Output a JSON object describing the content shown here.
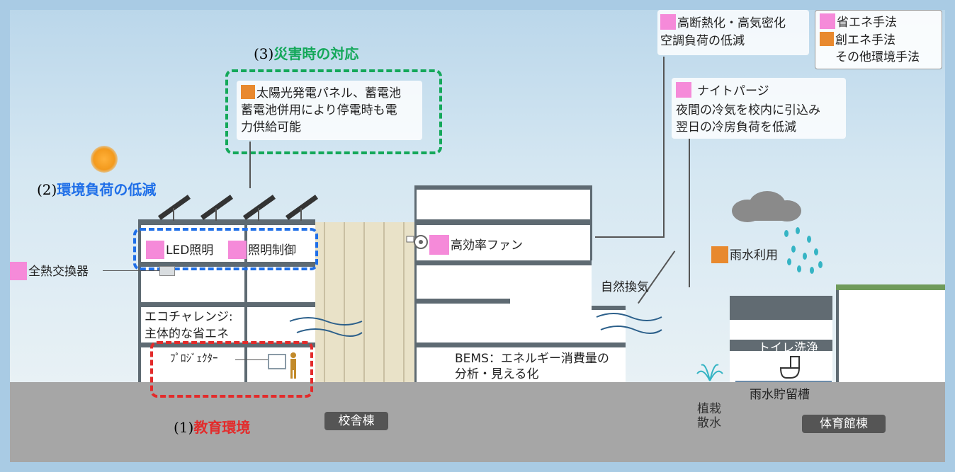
{
  "headings": {
    "disaster_num": "(3)",
    "disaster": "災害時の対応",
    "environment_num": "(2)",
    "environment": "環境負荷の低減",
    "education_num": "(1)",
    "education": "教育環境"
  },
  "legend": {
    "energy_saving": "省エネ手法",
    "energy_creation": "創エネ手法",
    "other": "その他環境手法"
  },
  "callouts": {
    "solar_line1": "太陽光発電パネル、蓄電池",
    "solar_line2": "蓄電池併用により停電時も電",
    "solar_line3": "力供給可能",
    "insulation_line1": "高断熱化・高気密化",
    "insulation_line2": "空調負荷の低減",
    "night_purge_line1": "ナイトパージ",
    "night_purge_line2": "夜間の冷気を校内に引込み",
    "night_purge_line3": "翌日の冷房負荷を低減"
  },
  "labels": {
    "led": "LED照明",
    "lighting_control": "照明制御",
    "heat_exchanger": "全熱交換器",
    "fan": "高効率ファン",
    "natural_ventilation": "自然換気",
    "rainwater_use": "雨水利用",
    "eco_challenge_line1": "エコチャレンジ:",
    "eco_challenge_line2": "主体的な省エネ",
    "projector": "ﾌﾟﾛｼﾞｪｸﾀｰ",
    "bems_line1": "BEMS：エネルギー消費量の",
    "bems_line2": "分析・見える化",
    "toilet_flush": "トイレ洗浄",
    "rain_tank": "雨水貯留槽",
    "irrigation_line1": "植栽",
    "irrigation_line2": "散水"
  },
  "buildings": {
    "school": "校舎棟",
    "gym": "体育館棟"
  },
  "colors": {
    "pink": "#f58ad9",
    "orange": "#e8892e",
    "red": "#e32b2b",
    "blue": "#1f6fe8",
    "green": "#14a85a"
  },
  "icons": [
    "sun-icon",
    "solar-panel-icon",
    "cloud-icon",
    "rain-icon",
    "fan-icon",
    "toilet-icon",
    "sprinkler-icon",
    "wind-arrow-icon",
    "person-icon",
    "screen-icon"
  ]
}
